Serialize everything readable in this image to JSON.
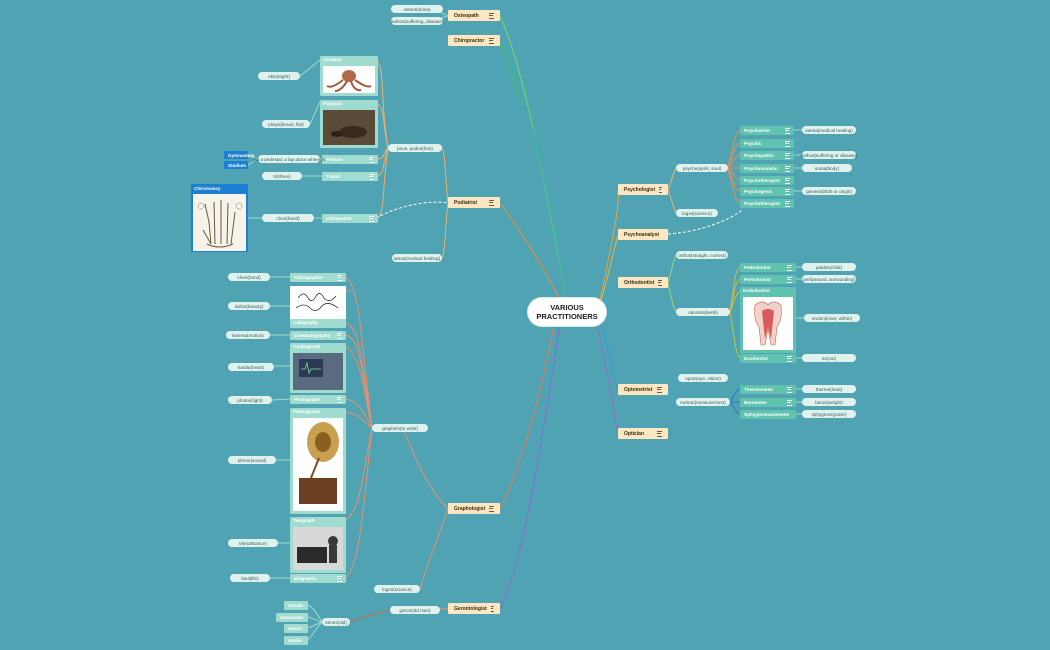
{
  "center": {
    "line1": "VARIOUS",
    "line2": "PRACTITIONERS"
  },
  "main": {
    "osteopath": "Osteopath",
    "chiropractor": "Chiropractor",
    "podiatrist": "Podiatrist",
    "graphologist": "Graphologist",
    "gerontologist": "Gerontologist",
    "psychologist": "Psychologist",
    "psychoanalyst": "Psychoanalyst",
    "orthodontist": "Orthodontist",
    "optometrist": "Optometrist",
    "optician": "Optician"
  },
  "osteo": {
    "osteon": "osteon(bone)",
    "patho": "pathos(suffering, disease)"
  },
  "podiatry": {
    "pous": "pous, podos(foot)",
    "iatros": "iatros(medical healing)",
    "octopus": "Octopus",
    "okto": "okto(eight)",
    "platypus": "Platypus",
    "platys": "platys(broad, flat)",
    "podium": "Podium",
    "pedestal": "(all a pedestal; a lap place where is",
    "gymnasium": "Gymnasium",
    "stadium": "Stadium",
    "tripod": "Tripod",
    "tri": "tri(three)",
    "chiropodist": "Chiropodist",
    "cheir": "cheir(hand)",
    "chiromancy": "Chiromancy"
  },
  "grapho": {
    "graph": "graphein(to write)",
    "logos": "logos(science)",
    "chirographer": "Chirographer",
    "cheir": "cheir(hand)",
    "calligraphy": "Calligraphy",
    "kallos": "kallos(beauty)",
    "cinema": "Cinematography",
    "kinema": "kinema(motion)",
    "cardiograph": "Cardiograph",
    "kardia": "kardia(heart)",
    "photograph": "Photograph",
    "phos": "photos(light)",
    "phonograph": "Phonograph",
    "phone": "phone(sound)",
    "telegraph": "Telegraph",
    "tele": "tele(distance)",
    "biography": "Biography",
    "bios": "bios(life)"
  },
  "geronto": {
    "geron": "geron(old man)",
    "senex": "senex(old)",
    "senate": "Senate",
    "senescent": "Senescent",
    "senior": "Senior",
    "senile": "Senile"
  },
  "psycho": {
    "psyche": "psyche(spirit, soul)",
    "logos": "logos(science)",
    "psychiatrist": "Psychiatrist",
    "iatreia": "iatreia(medical healing)",
    "psychic": "Psychic",
    "psychopathic": "Psychopathic",
    "pathos": "pathos(suffering or disease)",
    "psychosomatic": "Psychosomatic",
    "soma": "soma(body)",
    "psychotherapy": "Psychotherapist",
    "psychogenic": "Psychogenic",
    "genesis": "genesis(birth or origin)",
    "psychotherapist": "Psychotherapist"
  },
  "ortho": {
    "orthos": "orthos(straight, correct)",
    "odontos": "odontos(teeth)",
    "pedodontist": "Pedodontist",
    "paidos": "paidos(child)",
    "periodontist": "Periodontist",
    "peri": "peri(around, surrounding)",
    "endodontist": "Endodontist",
    "endon": "endon(inner, within)",
    "exodontist": "Exodontist",
    "ex": "ex(out)"
  },
  "opto": {
    "opsis": "opsis(eye, vision)",
    "metron": "metron(measurement)",
    "thermometer": "Thermometer",
    "therme": "therme(heat)",
    "barometer": "Barometer",
    "baros": "baros(weight)",
    "sphygmo": "Sphygmomanometer",
    "sphygmos": "sphygmos(pulse)"
  },
  "colors": {
    "background": "#4fa3b2",
    "main_node": "#fde6c2",
    "sub_node": "#9fdccf",
    "pill": "#dff2ee",
    "accent_blue": "#1c7fd1"
  }
}
